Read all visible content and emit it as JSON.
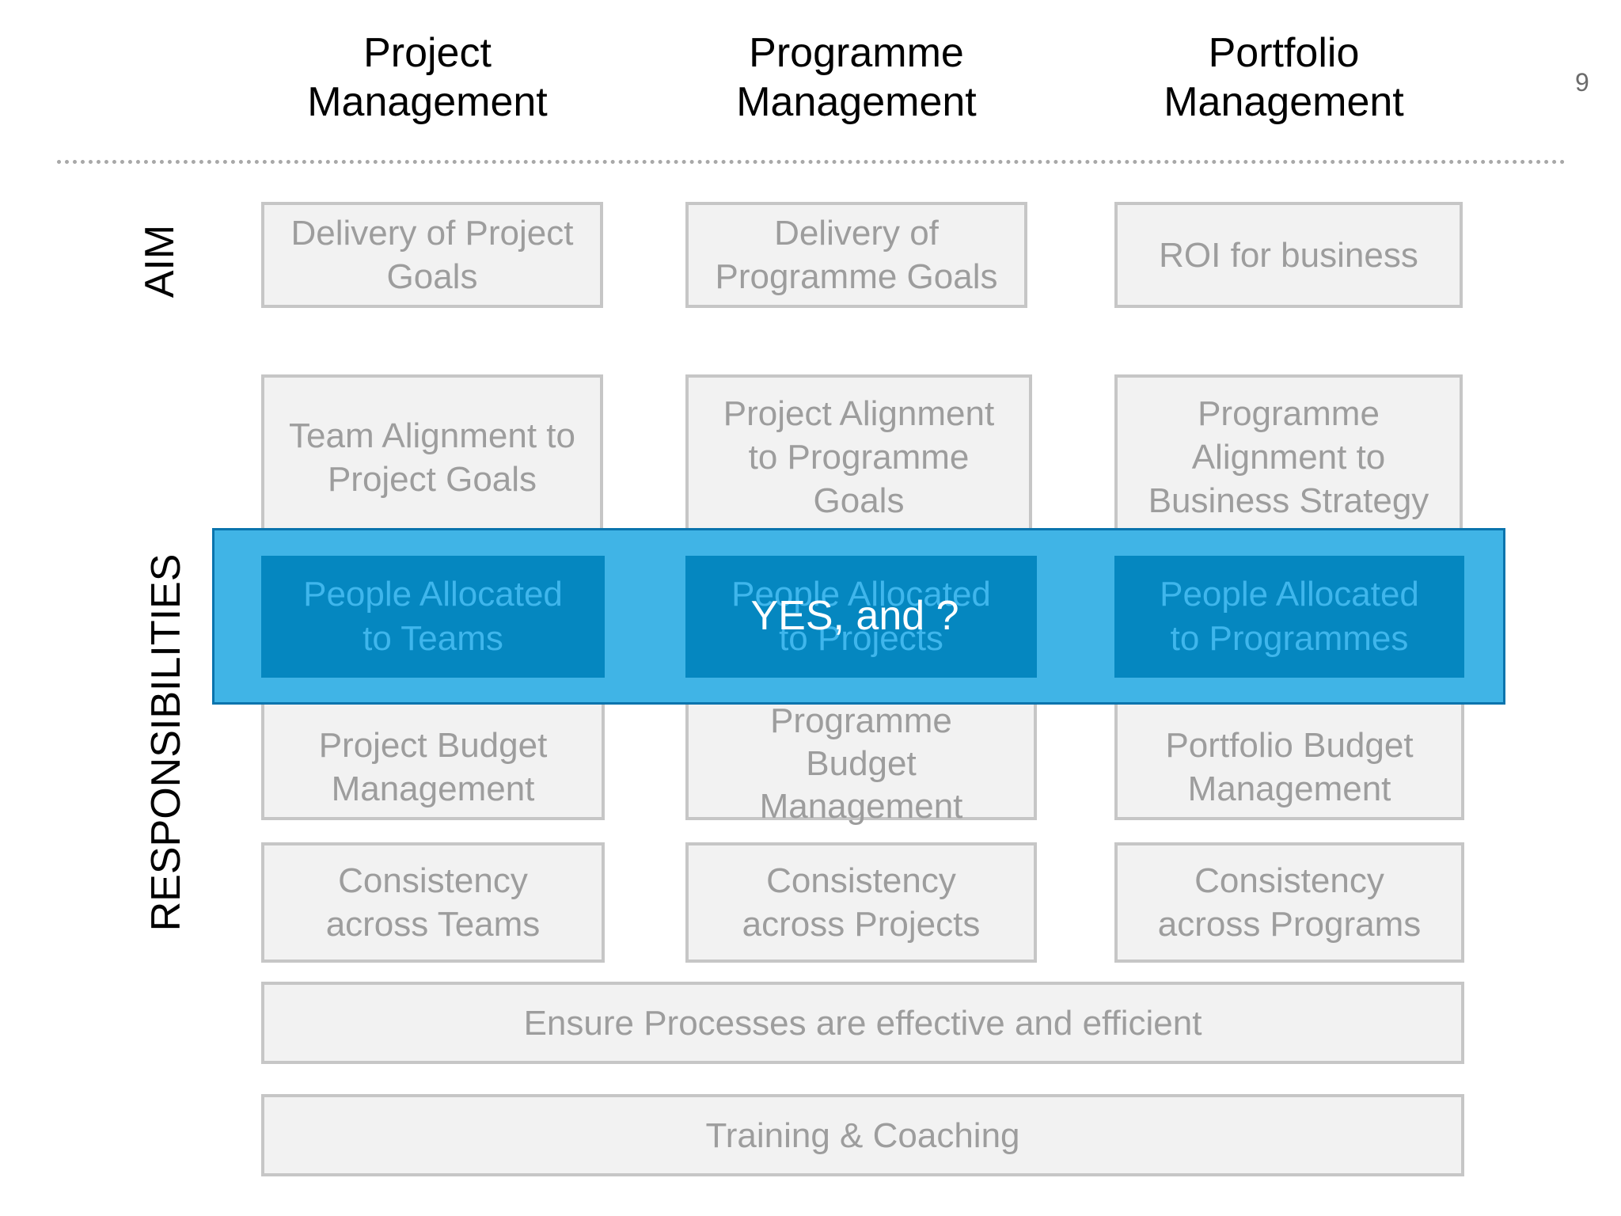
{
  "page_number": "9",
  "columns": [
    "Project\nManagement",
    "Programme\nManagement",
    "Portfolio\nManagement"
  ],
  "rows": {
    "aim_label": "AIM",
    "responsibilities_label": "RESPONSIBILITIES"
  },
  "aim": [
    "Delivery of Project\nGoals",
    "Delivery of\nProgramme Goals",
    "ROI for business"
  ],
  "alignment": [
    "Team Alignment to\nProject Goals",
    "Project Alignment\nto Programme\nGoals",
    "Programme\nAlignment to\nBusiness Strategy"
  ],
  "people": [
    "People Allocated\nto Teams",
    "People Allocated\nto Projects",
    "People Allocated\nto Programmes"
  ],
  "band_overlay": "YES, and ?",
  "budget": [
    "Project Budget\nManagement",
    "Programme\nBudget\nManagement",
    "Portfolio Budget\nManagement"
  ],
  "consistency": [
    "Consistency\nacross Teams",
    "Consistency\nacross Projects",
    "Consistency\nacross Programs"
  ],
  "processes": "Ensure Processes are effective and efficient",
  "training": "Training & Coaching",
  "colors": {
    "band_fill": "#40b4e6",
    "band_border": "#0a74ad",
    "people_box": "#0587c0",
    "people_text": "#3fb6ec",
    "box_fill": "#f2f2f2",
    "box_border": "#c6c6c6",
    "box_text": "#9d9d9d"
  }
}
